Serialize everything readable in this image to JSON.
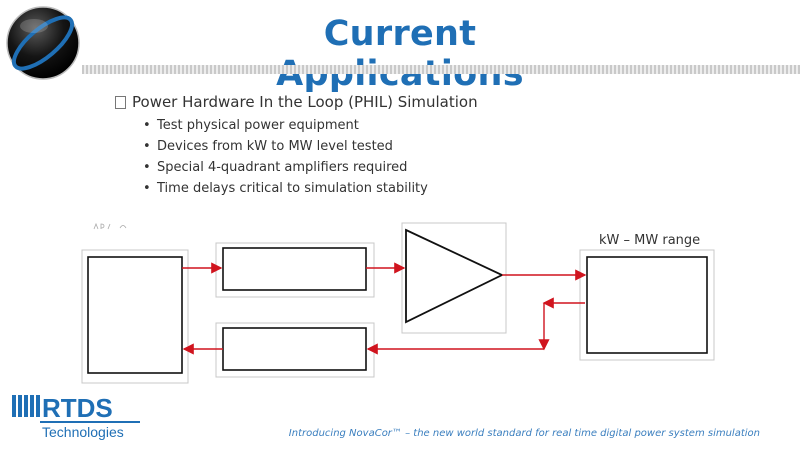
{
  "title": "Current Applications",
  "main_bullet": "Power Hardware In the Loop (PHIL) Simulation",
  "sub_bullets": [
    "Test physical power equipment",
    "Devices from kW to MW level tested",
    "Special 4-quadrant amplifiers required",
    "Time delays critical to simulation stability"
  ],
  "diagram": {
    "range_label": "kW – MW range"
  },
  "footer": {
    "logo_text": "RTDS",
    "logo_subtext": "Technologies",
    "tagline": "Introducing NovaCor™ – the new world standard for real time digital power system simulation"
  },
  "colors": {
    "title": "#1f6fb5",
    "accent_arrow": "#d0141e",
    "tagline": "#3b7fbf",
    "logo_ring": "#1f6fb5"
  },
  "icons": [
    "orb-logo-icon",
    "bullet-checkbox-icon",
    "rtds-logo"
  ]
}
